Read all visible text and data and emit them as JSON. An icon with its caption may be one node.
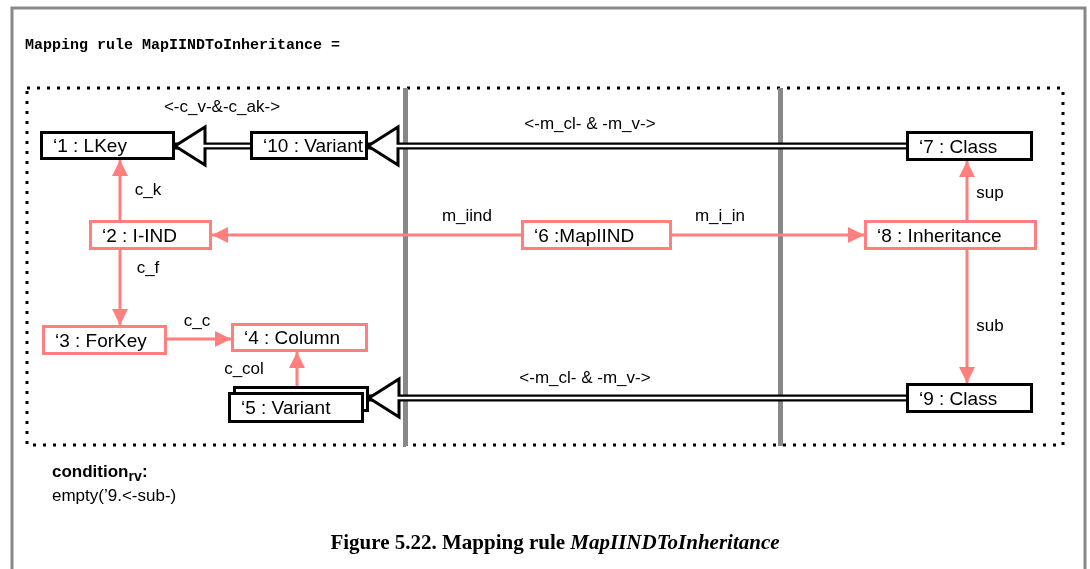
{
  "diagram": {
    "title": "Mapping rule MapIINDToInheritance =",
    "caption": "Figure 5.22. Mapping rule *MapIINDToInheritance*",
    "nodes": [
      {
        "text": [
          "‘1 : LKey"
        ]
      },
      {
        "text": [
          "‘10 : Variant"
        ]
      },
      {
        "text": [
          "‘7 : Class"
        ]
      },
      {
        "text": [
          "‘2 : I-IND"
        ]
      },
      {
        "text": [
          "‘6 :MapIIND"
        ]
      },
      {
        "text": [
          "‘8 : Inheritance"
        ]
      },
      {
        "text": [
          "‘3 : ForKey"
        ]
      },
      {
        "text": [
          "‘4 : Column"
        ]
      },
      {
        "text": [
          "‘5 : Variant"
        ]
      },
      {
        "text": [
          "‘9 : Class"
        ]
      }
    ],
    "edges": [
      {
        "from": 1,
        "to": 0,
        "arrow": "to",
        "label": "<-c_v-&-c_ak->",
        "style": "thick",
        "color": "#000000"
      },
      {
        "from": 2,
        "to": 1,
        "arrow": "to",
        "label": "<-m_cl- & -m_v->",
        "style": "thick",
        "color": "#000000"
      },
      {
        "from": 9,
        "to": 8,
        "arrow": "to",
        "label": "<-m_cl- & -m_v->",
        "style": "thick",
        "color": "#000000"
      },
      {
        "from": 3,
        "to": 0,
        "arrow": "to",
        "label": "c_k"
      },
      {
        "from": 3,
        "to": 6,
        "arrow": "to",
        "label": "c_f"
      },
      {
        "from": 6,
        "to": 7,
        "arrow": "to",
        "label": "c_c"
      },
      {
        "from": 8,
        "to": 7,
        "arrow": "to",
        "label": "c_col"
      },
      {
        "from": 4,
        "to": 3,
        "arrow": "to",
        "label": "m_iind"
      },
      {
        "from": 4,
        "to": 5,
        "arrow": "to",
        "label": "m_i_in"
      },
      {
        "from": 5,
        "to": 2,
        "arrow": "to",
        "label": "sup"
      },
      {
        "from": 5,
        "to": 9,
        "arrow": "to",
        "label": "sub"
      }
    ],
    "labels": [
      "condition$_{rv}$:",
      "empty(’9.<-sub-)"
    ]
  }
}
